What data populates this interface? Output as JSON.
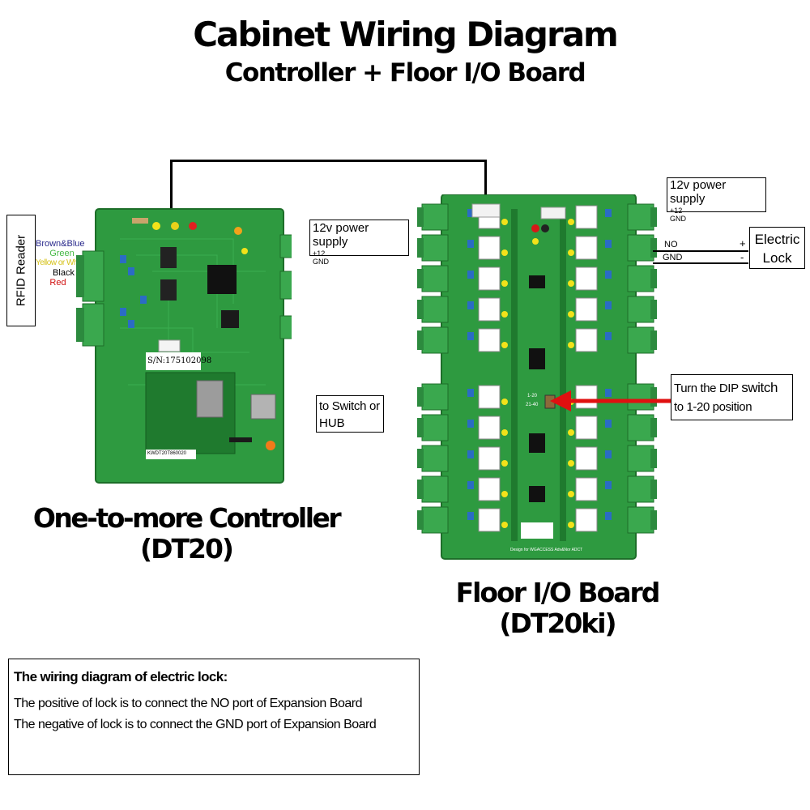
{
  "title": "Cabinet Wiring Diagram",
  "subtitle": "Controller + Floor I/O Board",
  "controller": {
    "name": "One-to-more Controller",
    "model": "(DT20)",
    "serial": "S/N:175102098",
    "barcode": "KWDT20T860020",
    "power_box": {
      "label": "12v power supply",
      "plus": "+12",
      "gnd": "GND"
    },
    "switch_box": {
      "line1": "to Switch or",
      "line2": "HUB"
    },
    "rfid": {
      "label": "RFID Reader",
      "wires": [
        {
          "text": "Brown&Blue",
          "color": "#2a2a8c"
        },
        {
          "text": "Green",
          "color": "#44b844"
        },
        {
          "text": "Yellow or White",
          "color": "#d6c21a"
        },
        {
          "text": "Black",
          "color": "#000000"
        },
        {
          "text": "Red",
          "color": "#d01010"
        }
      ]
    }
  },
  "io_board": {
    "name": "Floor I/O Board",
    "model": "(DT20ki)",
    "silk_footer": "Design for WGACCESS Adv&Nor ADCT",
    "power_box": {
      "label": "12v power supply",
      "plus": "+12",
      "gnd": "GND"
    },
    "lock_box": {
      "line1": "Electric",
      "line2": "Lock",
      "no": "NO",
      "gnd": "GND",
      "plus": "+",
      "minus": "-"
    },
    "dip_box": {
      "line1_a": "Turn the DIP ",
      "line1_b": "switch",
      "line2": "to 1-20 position"
    },
    "dip_marks": [
      "1-20",
      "21-40"
    ]
  },
  "notes": {
    "heading": "The wiring diagram of electric lock:",
    "lines": [
      "The positive of lock is to connect the NO port of Expansion Board",
      "The negative of lock is to connect the GND port of Expansion Board"
    ]
  },
  "colors": {
    "pcb_green": "#2e9a40",
    "pcb_dark": "#1f7a2e",
    "terminal_green": "#3aa84e",
    "relay_white": "#ffffff",
    "arrow_red": "#e01010",
    "led_yellow": "#f2e21a"
  }
}
